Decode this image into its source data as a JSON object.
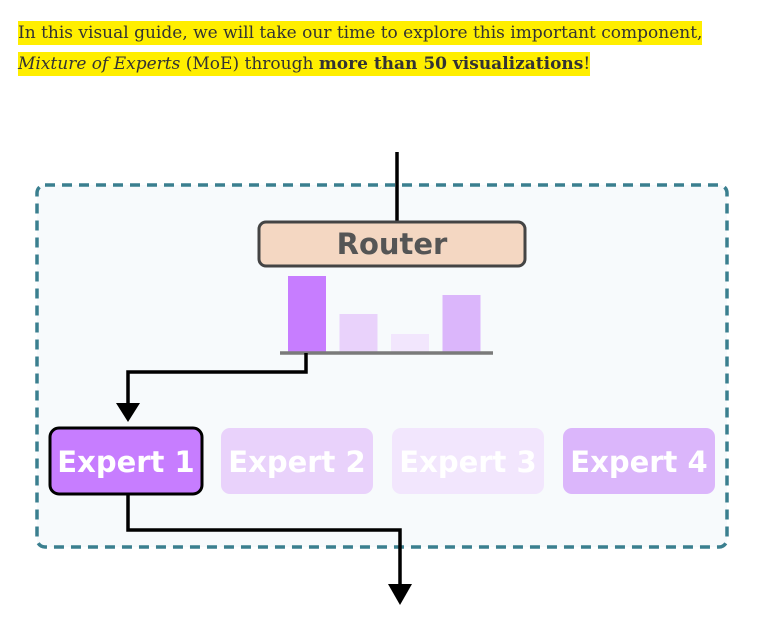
{
  "intro": {
    "part1": "In this visual guide, we will take our time to explore this important component, ",
    "italic": "Mixture of Experts",
    "part2": " (MoE) through ",
    "bold": "more than 50 visualizations",
    "part3": "!"
  },
  "diagram": {
    "router_label": "Router",
    "experts": [
      {
        "label": "Expert 1",
        "selected": true,
        "score": 1.0
      },
      {
        "label": "Expert 2",
        "selected": false,
        "score": 0.5
      },
      {
        "label": "Expert 3",
        "selected": false,
        "score": 0.25
      },
      {
        "label": "Expert 4",
        "selected": false,
        "score": 0.75
      }
    ],
    "colors": {
      "highlight": "#ffee00",
      "router_fill": "#f4d7c2",
      "router_stroke": "#444444",
      "moe_border": "#3a7f8f",
      "moe_bg": "#f7fafc",
      "expert_selected": "#c77dff",
      "expert_2": "#e9d2fb",
      "expert_3": "#f2e6fd",
      "expert_4": "#dbb6fb",
      "arrow": "#000000"
    }
  }
}
